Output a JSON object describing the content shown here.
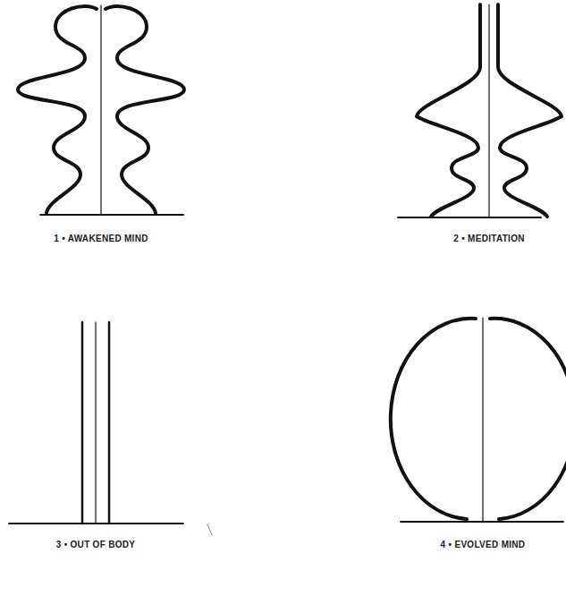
{
  "diagram": {
    "labels": [
      "1 • AWAKENED MIND",
      "2 • MEDITATION",
      "3 • OUT OF BODY",
      "4 • EVOLVED MIND"
    ]
  }
}
